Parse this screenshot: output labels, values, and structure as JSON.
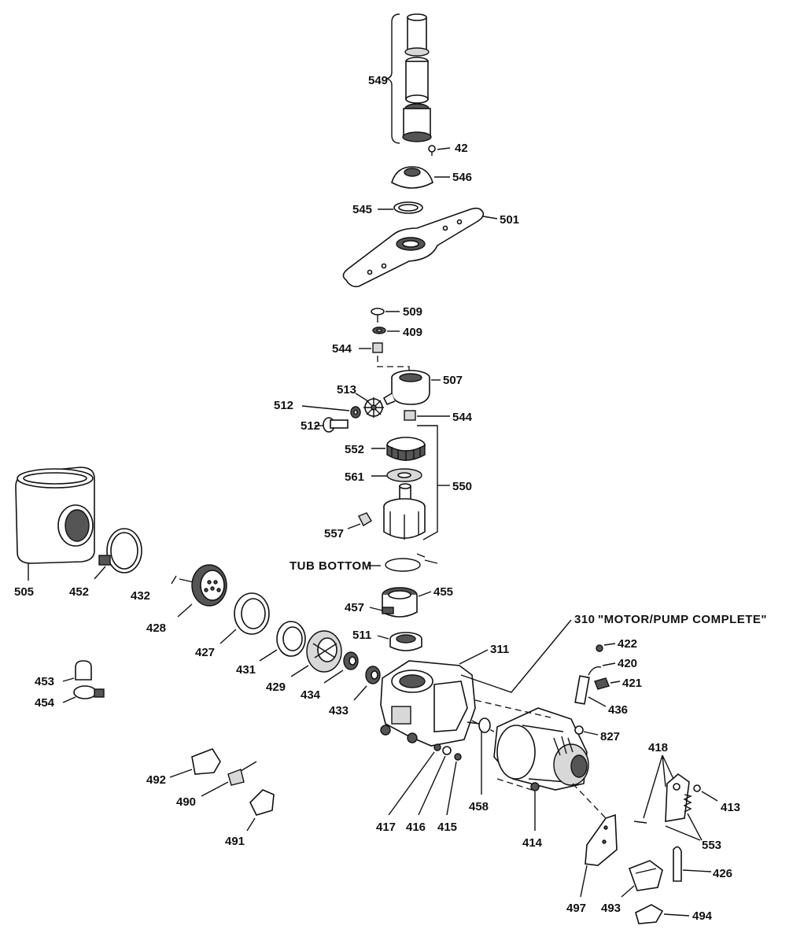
{
  "labels": {
    "l549": "549",
    "l42": "42",
    "l546": "546",
    "l545": "545",
    "l501": "501",
    "l509": "509",
    "l409": "409",
    "l544a": "544",
    "l507": "507",
    "l513": "513",
    "l512a": "512",
    "l512b": "512",
    "l544b": "544",
    "l552": "552",
    "l561": "561",
    "l550": "550",
    "l557": "557",
    "ltub": "TUB BOTTOM",
    "l505": "505",
    "l452": "452",
    "l432": "432",
    "l428": "428",
    "l427": "427",
    "l457": "457",
    "l455": "455",
    "l310": "310",
    "l310t": "\"MOTOR/PUMP COMPLETE\"",
    "l511": "511",
    "l311": "311",
    "l431": "431",
    "l429": "429",
    "l434": "434",
    "l433": "433",
    "l453": "453",
    "l454": "454",
    "l422": "422",
    "l420": "420",
    "l421": "421",
    "l436": "436",
    "l827": "827",
    "l418": "418",
    "l413": "413",
    "l553": "553",
    "l492": "492",
    "l490": "490",
    "l491": "491",
    "l417": "417",
    "l416": "416",
    "l415": "415",
    "l458": "458",
    "l414": "414",
    "l426": "426",
    "l497": "497",
    "l493": "493",
    "l494": "494"
  }
}
